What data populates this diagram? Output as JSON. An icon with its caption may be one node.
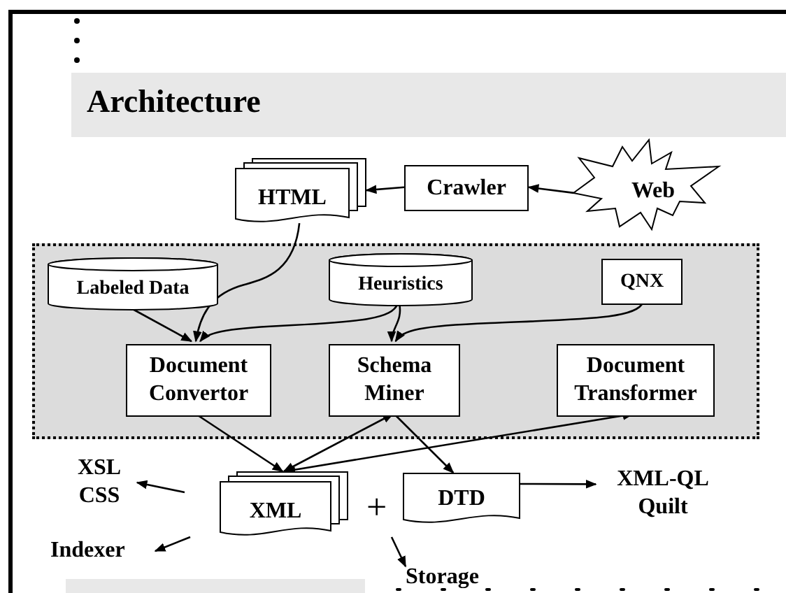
{
  "diagram": {
    "title": "Architecture",
    "nodes": [
      {
        "text": [
          "HTML"
        ]
      },
      {
        "text": [
          "Crawler"
        ]
      },
      {
        "text": [
          "Web"
        ]
      },
      {
        "text": [],
        "shape": "box"
      },
      {
        "text": [
          "Labeled Data"
        ],
        "in": 3
      },
      {
        "text": [
          "Heuristics"
        ],
        "in": 3
      },
      {
        "text": [
          "QNX"
        ],
        "in": 3
      },
      {
        "text": [
          "Document Convertor"
        ],
        "in": 3
      },
      {
        "text": [
          "Schema Miner"
        ],
        "in": 3
      },
      {
        "text": [
          "Document Transformer"
        ],
        "in": 3
      },
      {
        "text": [
          "XSL CSS"
        ]
      },
      {
        "text": [
          "XML"
        ]
      },
      {
        "text": [
          "DTD"
        ]
      },
      {
        "text": [
          "XML-QL Quilt"
        ]
      },
      {
        "text": [
          "Indexer"
        ]
      },
      {
        "text": [
          "Storage"
        ]
      }
    ],
    "edges": [
      {
        "from": 2,
        "to": 1,
        "arrow": "to"
      },
      {
        "from": 1,
        "to": 0,
        "arrow": "to"
      },
      {
        "from": 0,
        "to": 7,
        "arrow": "to"
      },
      {
        "from": 4,
        "to": 7,
        "arrow": "to"
      },
      {
        "from": 5,
        "to": 7,
        "arrow": "to"
      },
      {
        "from": 5,
        "to": 8,
        "arrow": "to"
      },
      {
        "from": 6,
        "to": 8,
        "arrow": "to"
      },
      {
        "from": 7,
        "to": 11,
        "arrow": "to"
      },
      {
        "from": 11,
        "to": 8,
        "arrow": "both"
      },
      {
        "from": 8,
        "to": 12,
        "arrow": "to"
      },
      {
        "from": 11,
        "to": 9,
        "arrow": "both"
      },
      {
        "from": null,
        "to": 10,
        "arrow": "to"
      },
      {
        "from": null,
        "to": 14,
        "arrow": "to"
      },
      {
        "from": null,
        "to": 15,
        "arrow": "to"
      },
      {
        "from": 12,
        "to": 13,
        "arrow": "to"
      }
    ],
    "labels": [
      "+"
    ]
  }
}
